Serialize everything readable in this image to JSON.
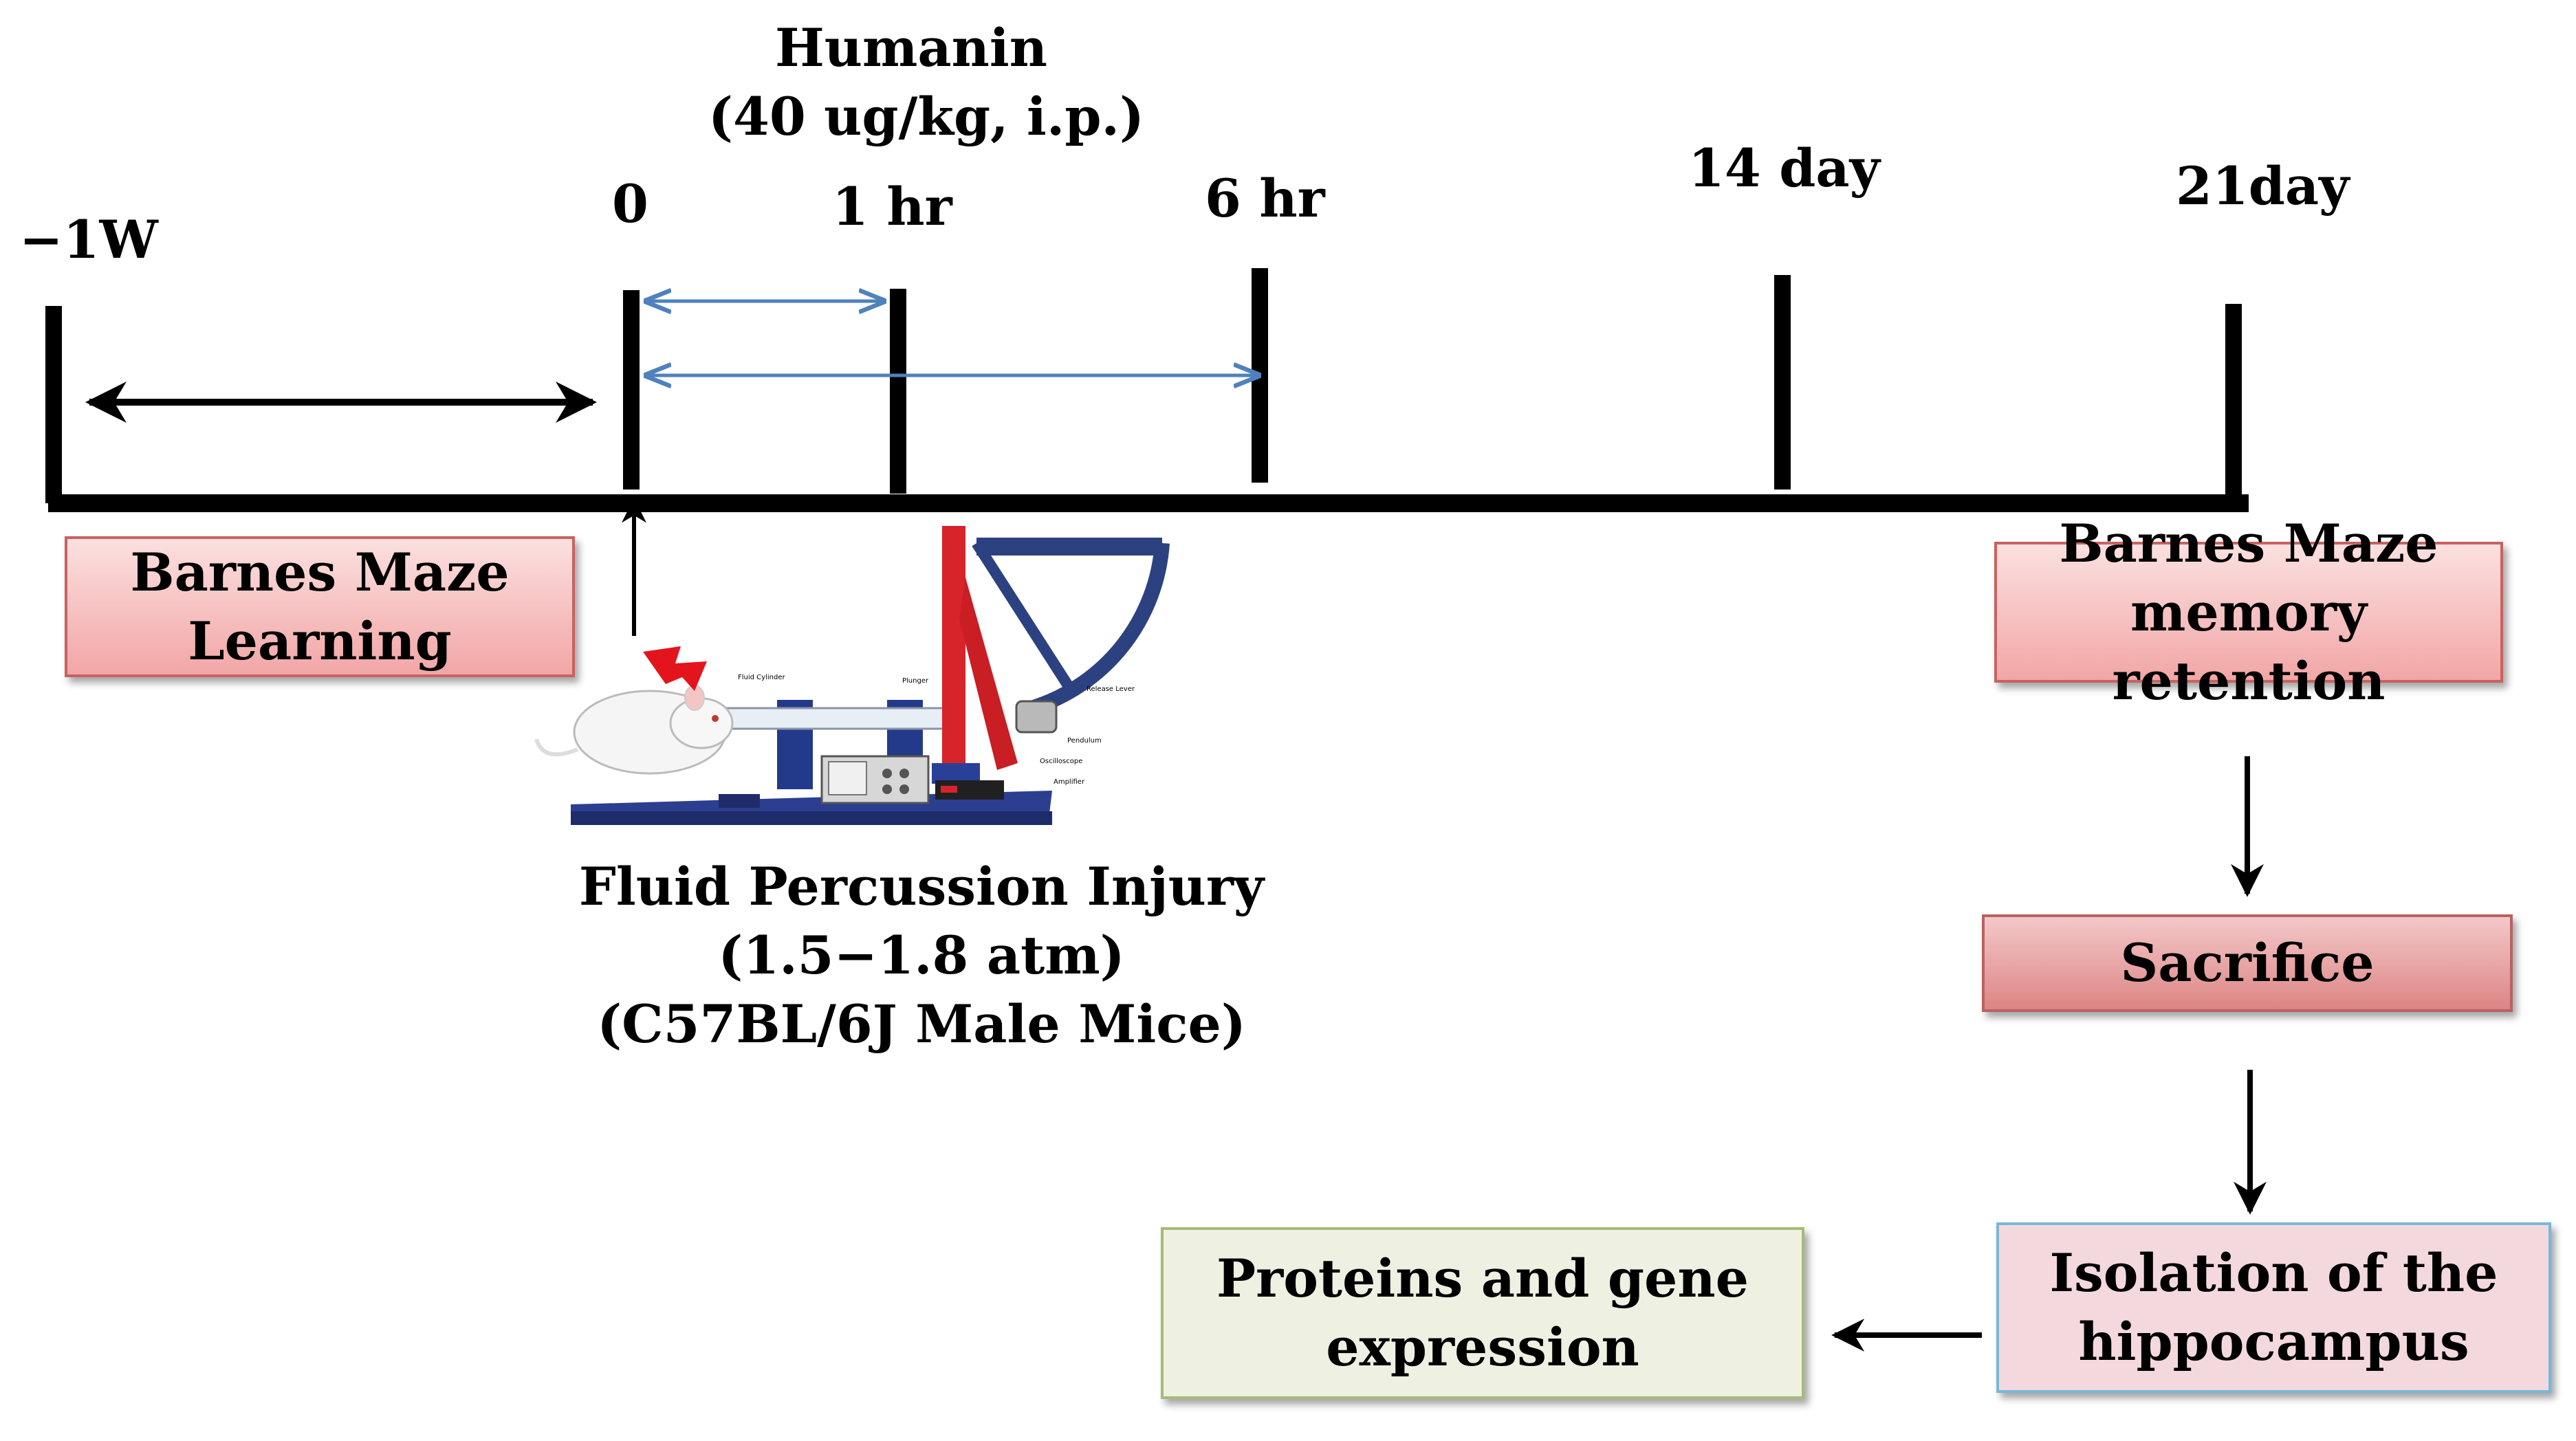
{
  "title": {
    "line1": "Humanin",
    "line2": "(40 ug/kg, i.p.)"
  },
  "timeline": {
    "ticks": [
      {
        "id": "minus-1w",
        "label": "−1W"
      },
      {
        "id": "zero",
        "label": "0"
      },
      {
        "id": "one-hr",
        "label": "1 hr"
      },
      {
        "id": "six-hr",
        "label": "6 hr"
      },
      {
        "id": "fourteen-day",
        "label": "14 day"
      },
      {
        "id": "twenty-one-day",
        "label": "21day"
      }
    ]
  },
  "boxes": {
    "learning": {
      "line1": "Barnes Maze",
      "line2": "Learning"
    },
    "retention": {
      "line1": "Barnes Maze",
      "line2": "memory retention"
    },
    "sacrifice": {
      "line1": "Sacrifice"
    },
    "isolation": {
      "line1": "Isolation of the",
      "line2": "hippocampus"
    },
    "expression": {
      "line1": "Proteins and gene",
      "line2": "expression"
    }
  },
  "injury": {
    "line1": "Fluid  Percussion Injury",
    "line2": "(1.5−1.8 atm)",
    "line3": "(C57BL/6J Male Mice)",
    "device_labels": {
      "fluid_cylinder": "Fluid Cylinder",
      "plunger": "Plunger",
      "release_lever": "Release Lever",
      "pendulum": "Pendulum",
      "oscilloscope": "Oscilloscope",
      "amplifier": "Amplifier"
    }
  },
  "colors": {
    "timeline": "#000000",
    "humanin_arrows": "#4f81bd",
    "red_box_border": "#c8625f",
    "sacrifice_fill": "#dd8585",
    "isolation_fill": "#f3d9de",
    "isolation_border": "#7ab7d8",
    "expression_fill": "#eef1e2",
    "expression_border": "#a6bb76"
  }
}
